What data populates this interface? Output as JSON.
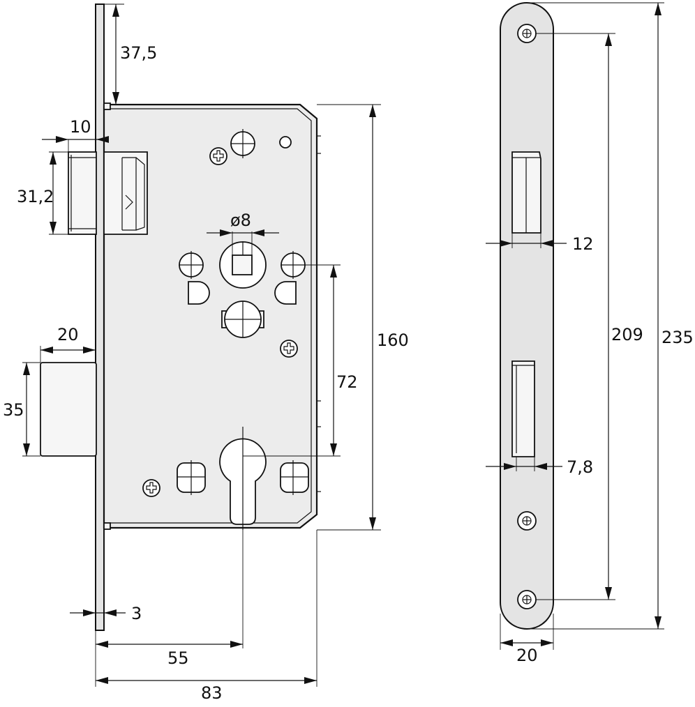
{
  "drawing": {
    "lock_case": {
      "backset_top": "37,5",
      "latch_projection": "10",
      "latch_height": "31,2",
      "bolt_projection": "20",
      "bolt_height": "35",
      "spindle_diameter": "ø8",
      "distance_centre": "72",
      "case_height": "160",
      "faceplate_thickness": "3",
      "backset": "55",
      "case_depth": "83"
    },
    "strike_plate": {
      "latch_opening_width": "12",
      "bolt_opening_width": "7,8",
      "screw_spacing": "209",
      "plate_height": "235",
      "plate_width": "20"
    }
  }
}
